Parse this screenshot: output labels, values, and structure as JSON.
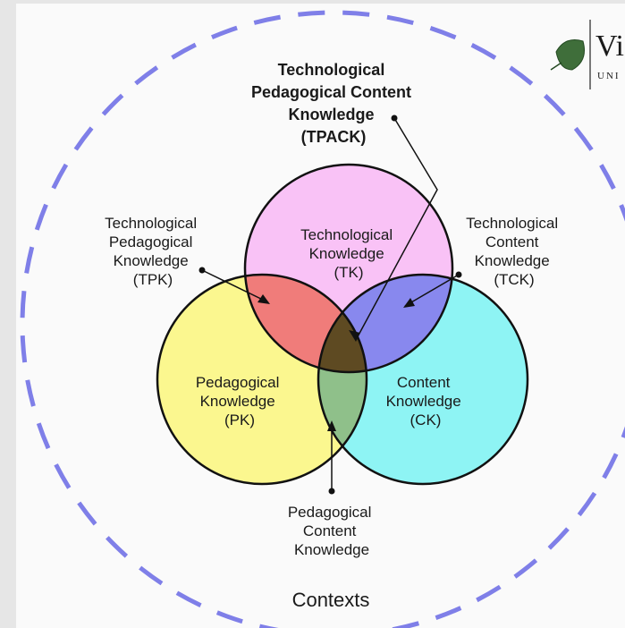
{
  "colors": {
    "page_bg": "#e6e6e6",
    "canvas_bg": "#fafafa",
    "outer_dash": "#7f7fe8",
    "technological": "#f9c2f6",
    "pedagogical": "#fbf78f",
    "content": "#8ef4f4",
    "tpk_overlap": "#f07c7a",
    "tck_overlap": "#8888ee",
    "pck_overlap": "#8fc08a",
    "tpack_overlap": "#5e4a22",
    "outline": "#111111"
  },
  "logo": {
    "text": "Vi",
    "subtext": "UNI",
    "icon": "leaf-icon"
  },
  "labels": {
    "tpack": [
      "Technological",
      "Pedagogical Content",
      "Knowledge",
      "(TPACK)"
    ],
    "tpk": [
      "Technological",
      "Pedagogical",
      "Knowledge",
      "(TPK)"
    ],
    "tck": [
      "Technological",
      "Content",
      "Knowledge",
      "(TCK)"
    ],
    "tk": [
      "Technological",
      "Knowledge",
      "(TK)"
    ],
    "pk": [
      "Pedagogical",
      "Knowledge",
      "(PK)"
    ],
    "ck": [
      "Content",
      "Knowledge",
      "(CK)"
    ],
    "pck": [
      "Pedagogical",
      "Content",
      "Knowledge"
    ],
    "contexts": "Contexts"
  }
}
